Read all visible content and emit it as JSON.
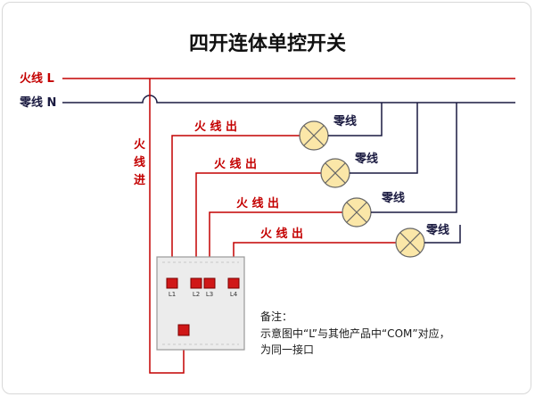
{
  "title": "四开连体单控开关",
  "live_line_label": "火线 L",
  "neutral_line_label": "零线 N",
  "live_in_label": [
    "火",
    "线",
    "进"
  ],
  "outputs": [
    {
      "out_label": "火 线 出",
      "neutral_label": "零线",
      "terminal": "L1"
    },
    {
      "out_label": "火 线 出",
      "neutral_label": "零线",
      "terminal": "L2"
    },
    {
      "out_label": "火 线 出",
      "neutral_label": "零线",
      "terminal": "L3"
    },
    {
      "out_label": "火 线 出",
      "neutral_label": "零线",
      "terminal": "L4"
    }
  ],
  "note": {
    "heading": "备注：",
    "line1": "示意图中“L”与其他产品中“COM”对应，",
    "line2": "为同一接口"
  },
  "colors": {
    "live_wire": "#c40000",
    "neutral_wire": "#1a1a40",
    "terminal": "#d01818",
    "lamp_glow": "#fbe7a8"
  }
}
